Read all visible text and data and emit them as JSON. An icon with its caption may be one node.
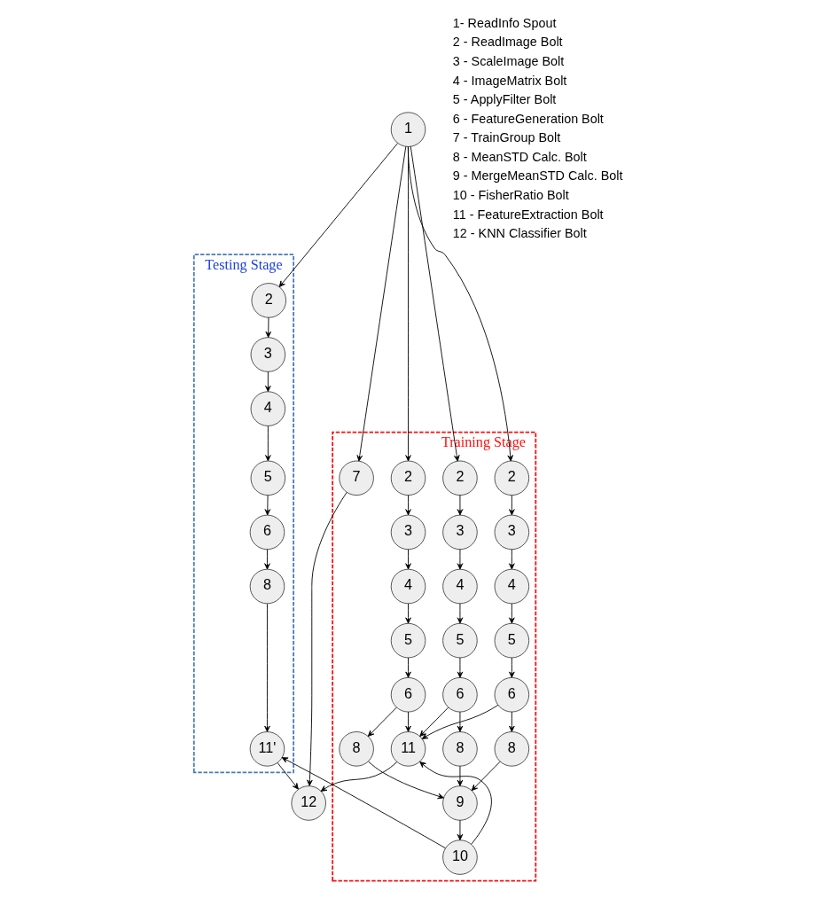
{
  "diagram": {
    "nodes": [
      {
        "text": [
          "1"
        ]
      },
      {
        "text": [
          "Testing Stage"
        ]
      },
      {
        "text": [
          "2"
        ],
        "in": 1
      },
      {
        "text": [
          "3"
        ],
        "in": 1
      },
      {
        "text": [
          "4"
        ],
        "in": 1
      },
      {
        "text": [
          "5"
        ],
        "in": 1
      },
      {
        "text": [
          "6"
        ],
        "in": 1
      },
      {
        "text": [
          "8"
        ],
        "in": 1
      },
      {
        "text": [
          "11'"
        ],
        "in": 1
      },
      {
        "text": [
          "Training Stage"
        ]
      },
      {
        "text": [
          "2"
        ],
        "in": 9
      },
      {
        "text": [
          "3"
        ],
        "in": 9
      },
      {
        "text": [
          "4"
        ],
        "in": 9
      },
      {
        "text": [
          "5"
        ],
        "in": 9
      },
      {
        "text": [
          "6"
        ],
        "in": 9
      },
      {
        "text": [
          "8"
        ],
        "in": 9
      },
      {
        "text": [
          "2"
        ],
        "in": 9
      },
      {
        "text": [
          "3"
        ],
        "in": 9
      },
      {
        "text": [
          "4"
        ],
        "in": 9
      },
      {
        "text": [
          "5"
        ],
        "in": 9
      },
      {
        "text": [
          "6"
        ],
        "in": 9
      },
      {
        "text": [
          "8"
        ],
        "in": 9
      },
      {
        "text": [
          "2"
        ],
        "in": 9
      },
      {
        "text": [
          "3"
        ],
        "in": 9
      },
      {
        "text": [
          "4"
        ],
        "in": 9
      },
      {
        "text": [
          "5"
        ],
        "in": 9
      },
      {
        "text": [
          "6"
        ],
        "in": 9
      },
      {
        "text": [
          "8"
        ],
        "in": 9
      },
      {
        "text": [
          "7"
        ],
        "in": 9
      },
      {
        "text": [
          "9"
        ],
        "in": 9
      },
      {
        "text": [
          "10"
        ],
        "in": 9
      },
      {
        "text": [
          "11"
        ],
        "in": 9
      },
      {
        "text": [
          "12"
        ]
      }
    ],
    "edges": [
      {
        "from": 0,
        "to": 2,
        "arrow": "to"
      },
      {
        "from": 0,
        "to": 10,
        "arrow": "to"
      },
      {
        "from": 0,
        "to": 16,
        "arrow": "to"
      },
      {
        "from": 0,
        "to": 22,
        "arrow": "to"
      },
      {
        "from": 0,
        "to": 28,
        "arrow": "to"
      },
      {
        "from": 2,
        "to": 3,
        "arrow": "to"
      },
      {
        "from": 3,
        "to": 4,
        "arrow": "to"
      },
      {
        "from": 4,
        "to": 5,
        "arrow": "to"
      },
      {
        "from": 5,
        "to": 6,
        "arrow": "to"
      },
      {
        "from": 6,
        "to": 7,
        "arrow": "to"
      },
      {
        "from": 7,
        "to": 8,
        "arrow": "to"
      },
      {
        "from": 10,
        "to": 11,
        "arrow": "to"
      },
      {
        "from": 11,
        "to": 12,
        "arrow": "to"
      },
      {
        "from": 12,
        "to": 13,
        "arrow": "to"
      },
      {
        "from": 13,
        "to": 14,
        "arrow": "to"
      },
      {
        "from": 14,
        "to": 15,
        "arrow": "to"
      },
      {
        "from": 14,
        "to": 31,
        "arrow": "to"
      },
      {
        "from": 16,
        "to": 17,
        "arrow": "to"
      },
      {
        "from": 17,
        "to": 18,
        "arrow": "to"
      },
      {
        "from": 18,
        "to": 19,
        "arrow": "to"
      },
      {
        "from": 19,
        "to": 20,
        "arrow": "to"
      },
      {
        "from": 20,
        "to": 21,
        "arrow": "to"
      },
      {
        "from": 20,
        "to": 31,
        "arrow": "to"
      },
      {
        "from": 22,
        "to": 23,
        "arrow": "to"
      },
      {
        "from": 23,
        "to": 24,
        "arrow": "to"
      },
      {
        "from": 24,
        "to": 25,
        "arrow": "to"
      },
      {
        "from": 25,
        "to": 26,
        "arrow": "to"
      },
      {
        "from": 26,
        "to": 27,
        "arrow": "to"
      },
      {
        "from": 26,
        "to": 31,
        "arrow": "to"
      },
      {
        "from": 15,
        "to": 29,
        "arrow": "to"
      },
      {
        "from": 21,
        "to": 29,
        "arrow": "to"
      },
      {
        "from": 27,
        "to": 29,
        "arrow": "to"
      },
      {
        "from": 29,
        "to": 30,
        "arrow": "to"
      },
      {
        "from": 30,
        "to": 8,
        "arrow": "to"
      },
      {
        "from": 30,
        "to": 31,
        "arrow": "to"
      },
      {
        "from": 8,
        "to": 32,
        "arrow": "to"
      },
      {
        "from": 31,
        "to": 32,
        "arrow": "to"
      },
      {
        "from": 28,
        "to": 32,
        "arrow": "to"
      }
    ],
    "labels": [
      "1- ReadInfo Spout",
      "2 - ReadImage Bolt",
      "3 - ScaleImage Bolt",
      "4 - ImageMatrix Bolt",
      "5 - ApplyFilter Bolt",
      "6 - FeatureGeneration Bolt",
      "7 - TrainGroup Bolt",
      "8 - MeanSTD Calc. Bolt",
      "9 - MergeMeanSTD Calc. Bolt",
      "10 - FisherRatio Bolt",
      "11 - FeatureExtraction Bolt",
      "12 - KNN Classifier Bolt"
    ]
  }
}
